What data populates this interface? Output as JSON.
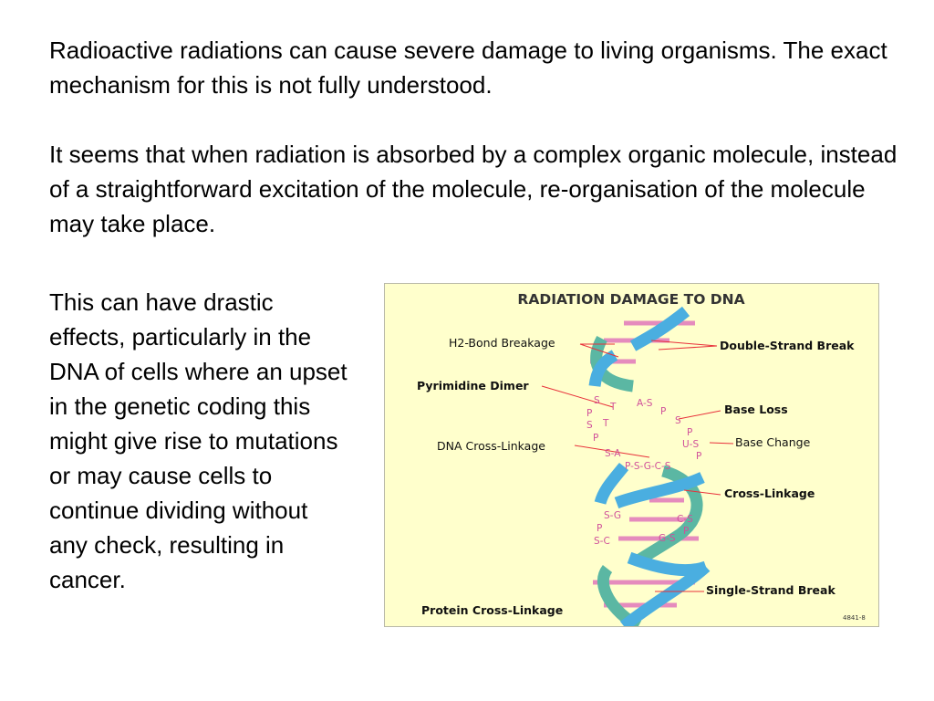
{
  "slide": {
    "paragraph_1": "Radioactive radiations can cause severe damage to living organisms. The exact mechanism for this is not fully understood.",
    "paragraph_2": "It seems that when radiation is absorbed by a complex organic molecule, instead of a straightforward excitation of the molecule, re-organisation of the molecule may take place.",
    "paragraph_3": "This can have drastic effects, particularly in the DNA of cells where an upset in the genetic coding this might give rise to mutations or may cause cells to continue dividing without any check, resulting in cancer."
  },
  "figure": {
    "title": "RADIATION DAMAGE TO DNA",
    "labels": {
      "h2_bond": "H2-Bond Breakage",
      "double_strand": "Double-Strand Break",
      "pyrimidine": "Pyrimidine Dimer",
      "base_loss": "Base Loss",
      "dna_cross": "DNA Cross-Linkage",
      "base_change": "Base Change",
      "cross_linkage": "Cross-Linkage",
      "single_strand": "Single-Strand Break",
      "protein_cross": "Protein Cross-Linkage"
    },
    "nucleotides": {
      "s1": "S",
      "t1": "T",
      "p1": "P",
      "s2": "S",
      "t2": "T",
      "p2": "P",
      "as": "A-S",
      "p3": "P",
      "s3": "S",
      "p4": "P",
      "us": "U-S",
      "p5": "P",
      "sa": "S-A",
      "pscs": "P-S-G-C-S",
      "sg": "S-G",
      "p6": "P",
      "sc": "S-C",
      "cs": "C-S",
      "p7": "P",
      "gs": "G-S"
    },
    "code": "4841-8",
    "colors": {
      "blue_strand": "#4aaee0",
      "green_strand": "#5bb7a3",
      "rung": "#e58bbd",
      "arrow": "#e8303a",
      "background": "#ffffcc"
    }
  }
}
